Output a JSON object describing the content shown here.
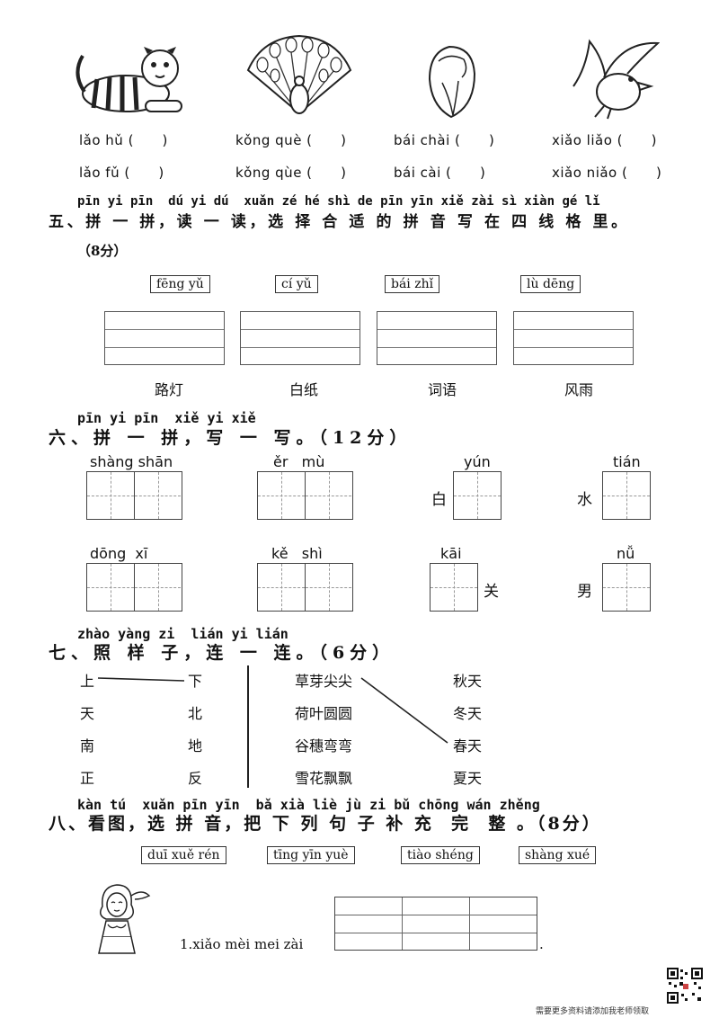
{
  "animals": [
    {
      "icon": "tiger-picture",
      "opt1": "lǎo hǔ (      )",
      "opt2": "lǎo fǔ (      )"
    },
    {
      "icon": "peacock-picture",
      "opt1": "kǒng què (      )",
      "opt2": "kǒng qùe (      )"
    },
    {
      "icon": "cabbage-picture",
      "opt1": "bái chài (      )",
      "opt2": "bái cài (      )"
    },
    {
      "icon": "bird-picture",
      "opt1": "xiǎo liǎo (      )",
      "opt2": "xiǎo niǎo (      )"
    }
  ],
  "section5": {
    "pinyin": "pīn yi pīn  dú yi dú  xuǎn zé hé shì de pīn yīn xiě zài sì xiàn gé lǐ",
    "title": "五、拼 一 拼，读 一 读，选 择 合 适 的 拼 音 写 在 四 线 格 里。",
    "score": "（8分）",
    "options": [
      "fēng yǔ",
      "cí yǔ",
      "bái zhǐ",
      "lù dēng"
    ],
    "words": [
      "路灯",
      "白纸",
      "词语",
      "风雨"
    ]
  },
  "section6": {
    "pinyin": "pīn yi pīn  xiě yi xiě",
    "title": "六、拼 一 拼，写 一 写。（12分）",
    "row1": [
      {
        "py": "shàng shān"
      },
      {
        "py": "ěr   mù"
      },
      {
        "py": "yún",
        "char": "白"
      },
      {
        "py": "tián",
        "char": "水"
      }
    ],
    "row2": [
      {
        "py": "dōng  xī"
      },
      {
        "py": "kě   shì"
      },
      {
        "py": "kāi",
        "char": "关"
      },
      {
        "py": "nǚ",
        "char": "男"
      }
    ]
  },
  "section7": {
    "pinyin": "zhào yàng zi  lián yi lián",
    "title": "七、照 样 子，连 一 连。（6分）",
    "left_a": [
      "上",
      "天",
      "南",
      "正"
    ],
    "left_b": [
      "下",
      "北",
      "地",
      "反"
    ],
    "right_a": [
      "草芽尖尖",
      "荷叶圆圆",
      "谷穗弯弯",
      "雪花飘飘"
    ],
    "right_b": [
      "秋天",
      "冬天",
      "春天",
      "夏天"
    ]
  },
  "section8": {
    "pinyin": "kàn tú  xuǎn pīn yīn  bǎ xià liè jù zi bǔ chōng wán zhěng",
    "title": "八、看图，选 拼 音，把 下 列 句 子 补 充  完  整 。（8分）",
    "options": [
      "duī xuě rén",
      "tīng yīn yuè",
      "tiào shéng",
      "shàng xué"
    ],
    "sentence": "1.xiǎo mèi mei zài",
    "end": "."
  },
  "footer": "需要更多资料请添加我老师领取"
}
